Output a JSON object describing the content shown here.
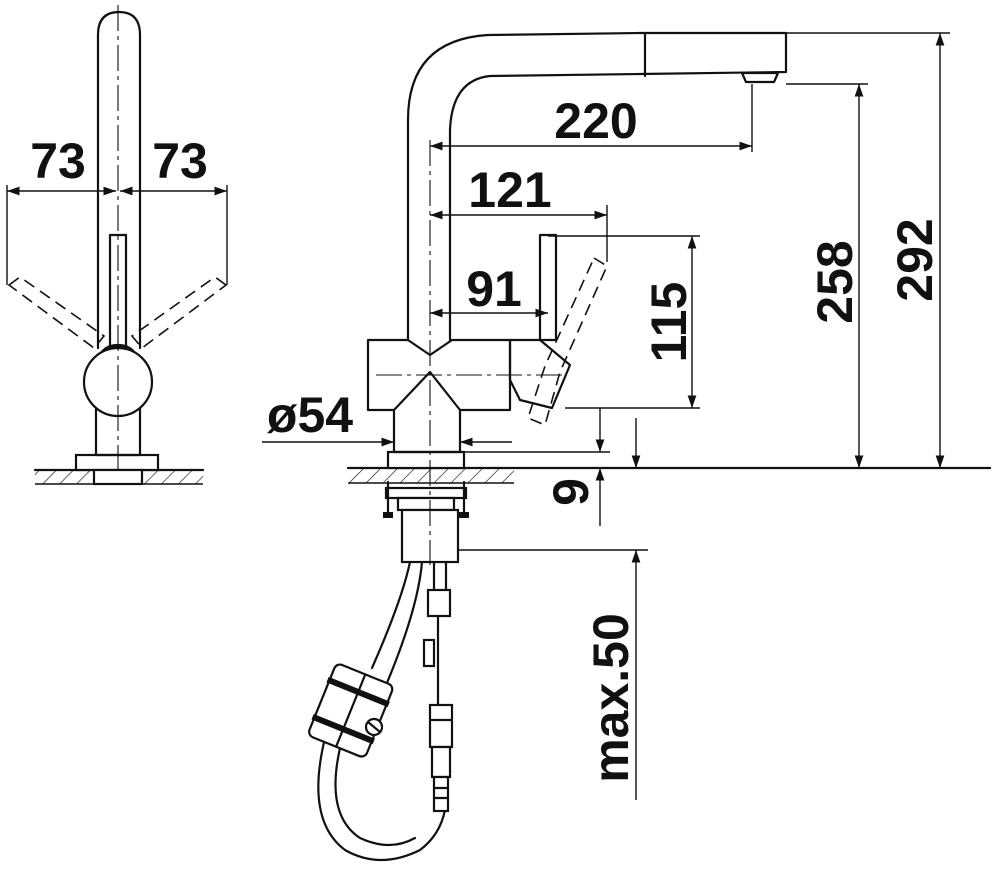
{
  "dimensions": {
    "swivel_left": "73",
    "swivel_right": "73",
    "spout_reach": "220",
    "spout_center": "121",
    "lever_offset": "91",
    "lever_height": "115",
    "base_diameter": "ø54",
    "outlet_height": "258",
    "total_height": "292",
    "deck_thickness": "9",
    "max_deck": "max.50"
  },
  "colors": {
    "line": "#111111",
    "background": "#ffffff"
  }
}
